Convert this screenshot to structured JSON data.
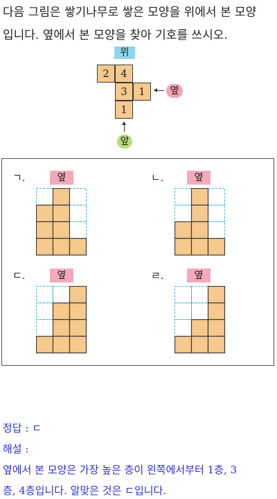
{
  "question": {
    "line1": "다음 그림은 쌓기나무로 쌓은 모양을 위에서 본 모양",
    "line2": "입니다. 옆에서 본 모양을 찾아 기호를 쓰시오."
  },
  "top_view": {
    "label_top": "위",
    "label_side": "옆",
    "label_front": "앞",
    "cells": [
      {
        "value": "2",
        "col": 0,
        "row": 0
      },
      {
        "value": "4",
        "col": 1,
        "row": 0
      },
      {
        "value": "3",
        "col": 1,
        "row": 1
      },
      {
        "value": "1",
        "col": 2,
        "row": 1
      },
      {
        "value": "1",
        "col": 1,
        "row": 2
      }
    ]
  },
  "options": [
    {
      "id": "a",
      "symbol": "ㄱ.",
      "view_label": "옆",
      "heights": [
        3,
        4,
        1
      ]
    },
    {
      "id": "b",
      "symbol": "ㄴ.",
      "view_label": "옆",
      "heights": [
        2,
        4,
        1
      ]
    },
    {
      "id": "c",
      "symbol": "ㄷ.",
      "view_label": "옆",
      "heights": [
        1,
        3,
        4
      ]
    },
    {
      "id": "d",
      "symbol": "ㄹ.",
      "view_label": "옆",
      "heights": [
        1,
        2,
        4
      ]
    }
  ],
  "answer": {
    "answer_line": "정답 : ㄷ",
    "explanation_label": "해설 :",
    "explanation_line1": "옆에서 본 모양은 가장 높은 층이 왼쪽에서부터 1층, 3",
    "explanation_line2": "층, 4층입니다. 알맞은 것은 ㄷ입니다."
  },
  "colors": {
    "cube_fill": "#f6c98c",
    "dashed_grid": "#39b2d3",
    "answer_text": "#2b2fd8"
  }
}
